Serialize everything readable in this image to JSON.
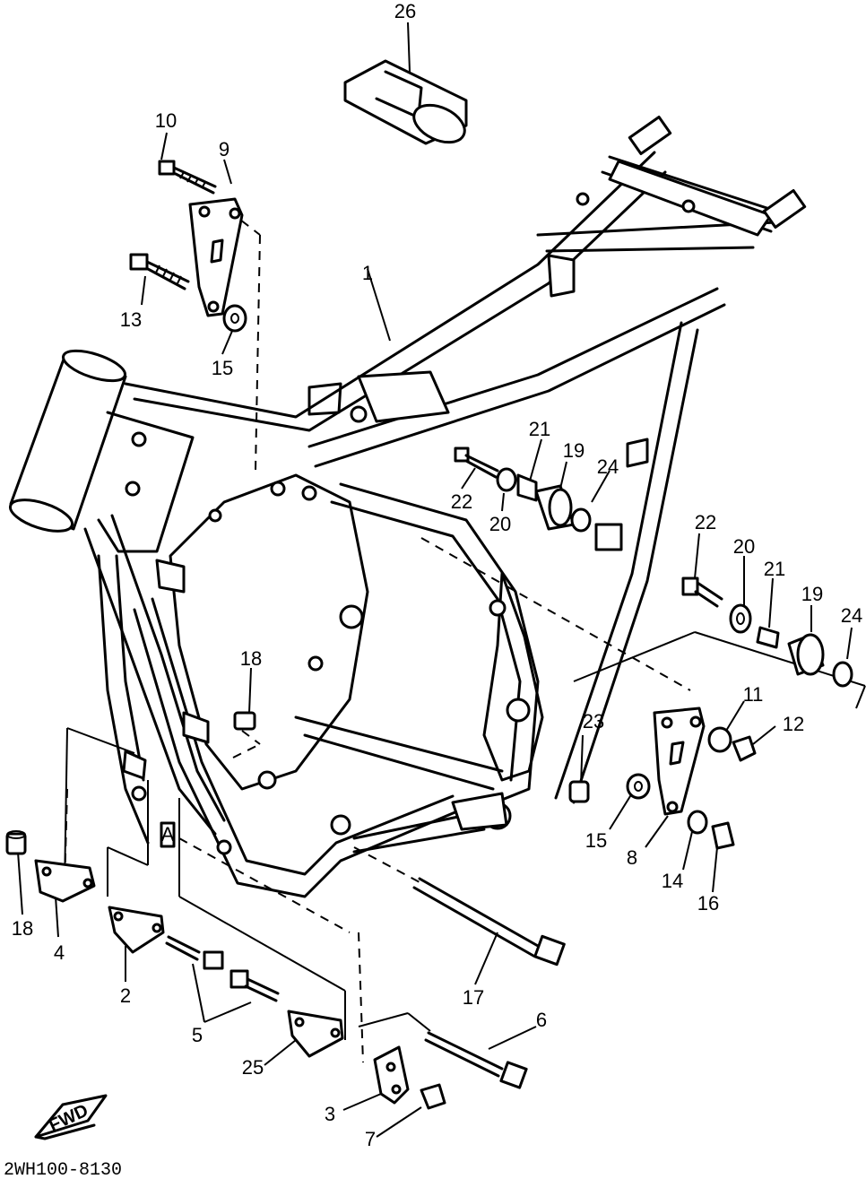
{
  "diagram_code": "2WH100-8130",
  "fwd_label": "FWD",
  "view_marker": "A",
  "callouts": {
    "c26": "26",
    "c10": "10",
    "c9": "9",
    "c13": "13",
    "c15a": "15",
    "c1": "1",
    "c21a": "21",
    "c19a": "19",
    "c24a": "24",
    "c22a": "22",
    "c20a": "20",
    "c22b": "22",
    "c20b": "20",
    "c21b": "21",
    "c19b": "19",
    "c24b": "24",
    "c18a": "18",
    "c11": "11",
    "c12": "12",
    "c23": "23",
    "c15b": "15",
    "c8": "8",
    "c14": "14",
    "c16": "16",
    "c18b": "18",
    "c4": "4",
    "c2": "2",
    "c5": "5",
    "c17": "17",
    "c6": "6",
    "c25": "25",
    "c3": "3",
    "c7": "7"
  }
}
